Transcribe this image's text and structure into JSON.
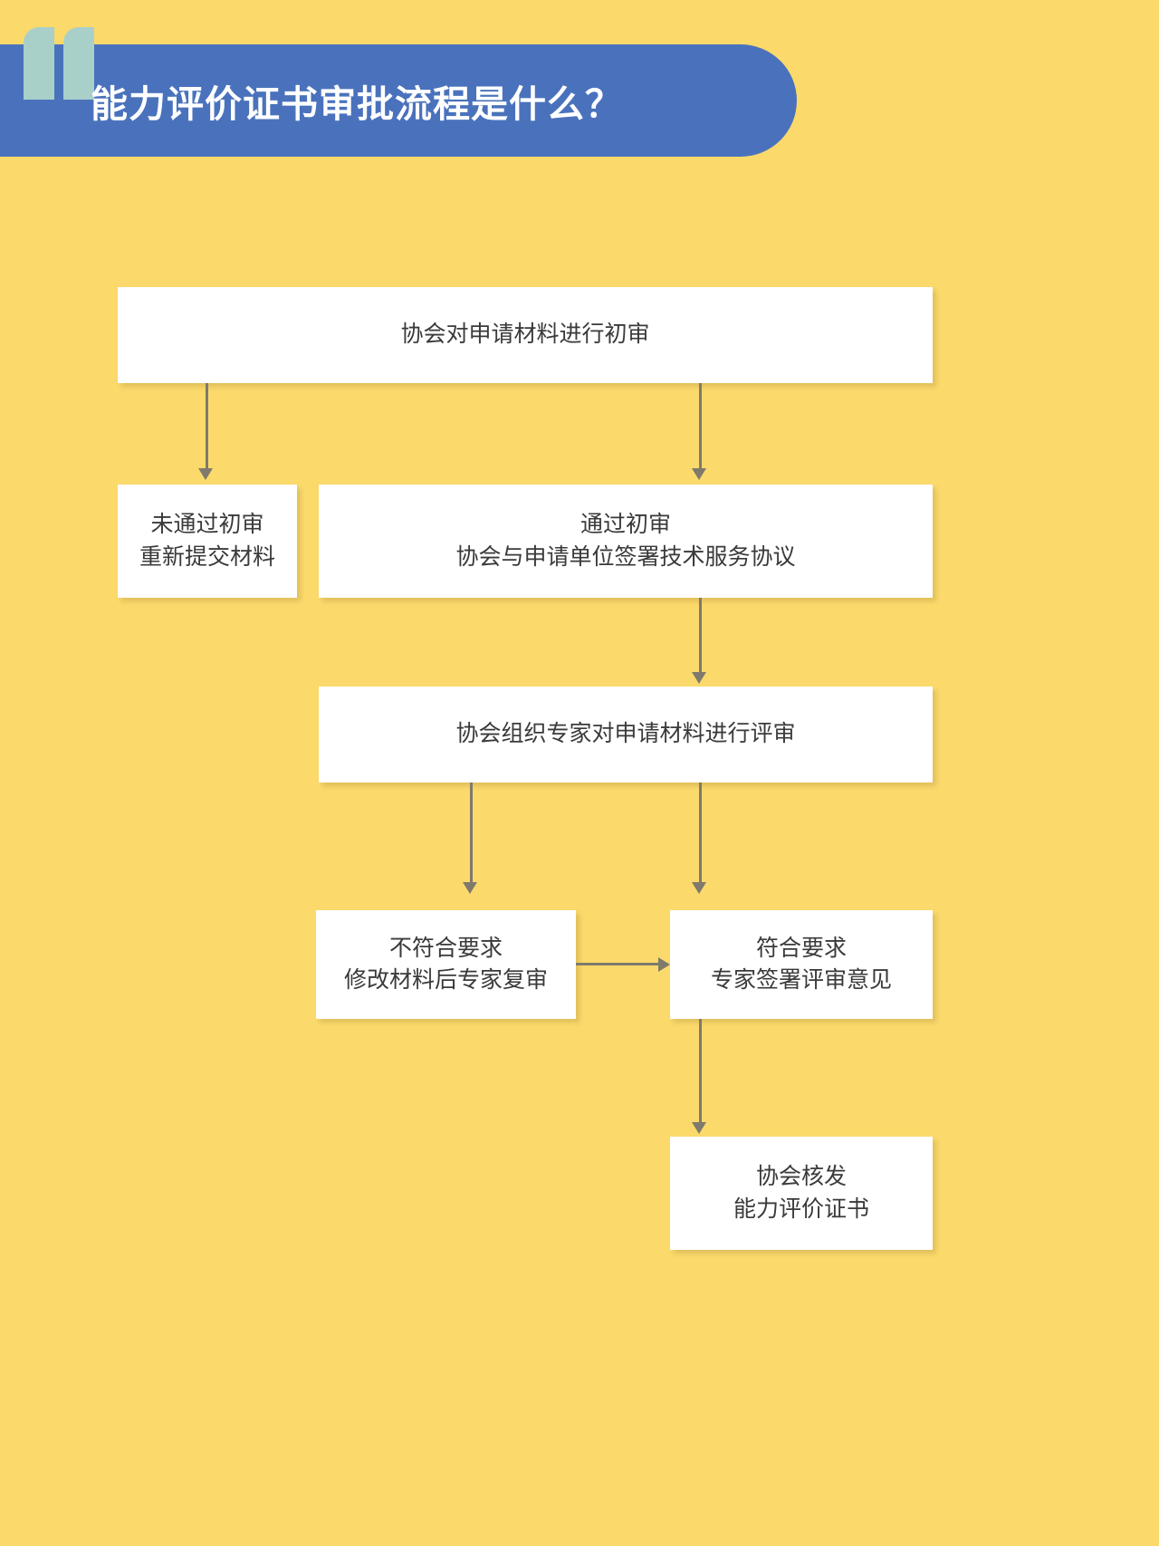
{
  "header": {
    "title": "能力评价证书审批流程是什么？",
    "quote_icon": "quote-mark-icon",
    "banner_color": "#4A72BC",
    "quote_color": "#A9CFC9",
    "title_color": "#FFFFFF"
  },
  "page": {
    "background_color": "#FBD96B",
    "node_background_color": "#FFFFFF",
    "node_text_color": "#3A3A3A",
    "connector_color": "#7F7A6B"
  },
  "chart_data": {
    "type": "diagram",
    "title": "能力评价证书审批流程是什么？",
    "nodes": [
      {
        "id": "initial-review",
        "lines": [
          "协会对申请材料进行初审"
        ]
      },
      {
        "id": "failed-initial",
        "lines": [
          "未通过初审",
          "重新提交材料"
        ]
      },
      {
        "id": "passed-initial",
        "lines": [
          "通过初审",
          "协会与申请单位签署技术服务协议"
        ]
      },
      {
        "id": "expert-review",
        "lines": [
          "协会组织专家对申请材料进行评审"
        ]
      },
      {
        "id": "not-qualified",
        "lines": [
          "不符合要求",
          "修改材料后专家复审"
        ]
      },
      {
        "id": "qualified",
        "lines": [
          "符合要求",
          "专家签署评审意见"
        ]
      },
      {
        "id": "certificate",
        "lines": [
          "协会核发",
          "能力评价证书"
        ]
      }
    ],
    "edges": [
      {
        "from": "initial-review",
        "to": "failed-initial",
        "direction": "down"
      },
      {
        "from": "initial-review",
        "to": "passed-initial",
        "direction": "down"
      },
      {
        "from": "passed-initial",
        "to": "expert-review",
        "direction": "down"
      },
      {
        "from": "expert-review",
        "to": "not-qualified",
        "direction": "down"
      },
      {
        "from": "expert-review",
        "to": "qualified",
        "direction": "down"
      },
      {
        "from": "not-qualified",
        "to": "qualified",
        "direction": "right"
      },
      {
        "from": "qualified",
        "to": "certificate",
        "direction": "down"
      }
    ]
  }
}
